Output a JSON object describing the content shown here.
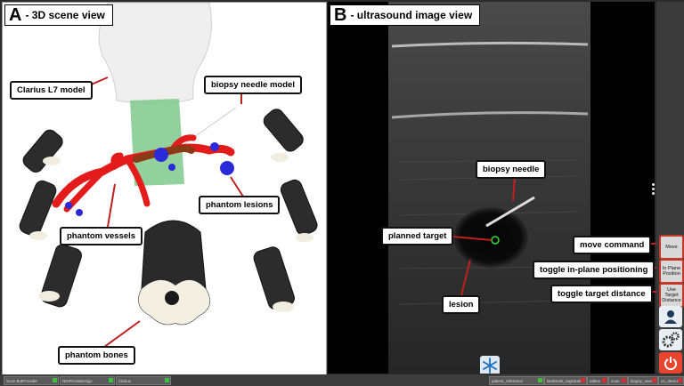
{
  "panel_a": {
    "letter": "A",
    "title": "- 3D scene view",
    "labels": {
      "probe": "Clarius L7 model",
      "needle": "biopsy needle model",
      "vessels": "phantom vessels",
      "lesions": "phantom lesions",
      "bones": "phantom bones"
    }
  },
  "panel_b": {
    "letter": "B",
    "title": "- ultrasound image view",
    "labels": {
      "needle": "biopsy needle",
      "target": "planned target",
      "lesion": "lesion"
    },
    "freeze_icon": "snowflake-icon"
  },
  "sidebar": {
    "buttons": [
      {
        "label": "Move",
        "callout": "move command"
      },
      {
        "label": "In Plane Position",
        "callout": "toggle in-plane positioning"
      },
      {
        "label": "Use Target Distance",
        "callout": "toggle target distance"
      }
    ],
    "icons": [
      "user-icon",
      "gears-icon",
      "power-icon"
    ]
  },
  "statusbar": {
    "left_items": [
      "Scan BotProvider",
      "NDIProviderAlgo",
      "Clarius"
    ],
    "right_items": [
      "patient_reference",
      "landmark_registration",
      "tables",
      "scan",
      "biopsy_needle",
      "us_device"
    ]
  },
  "colors": {
    "highlight_border": "#c0392b",
    "ok": "#3fbf3f",
    "error": "#d03030",
    "target": "#33dd33"
  }
}
